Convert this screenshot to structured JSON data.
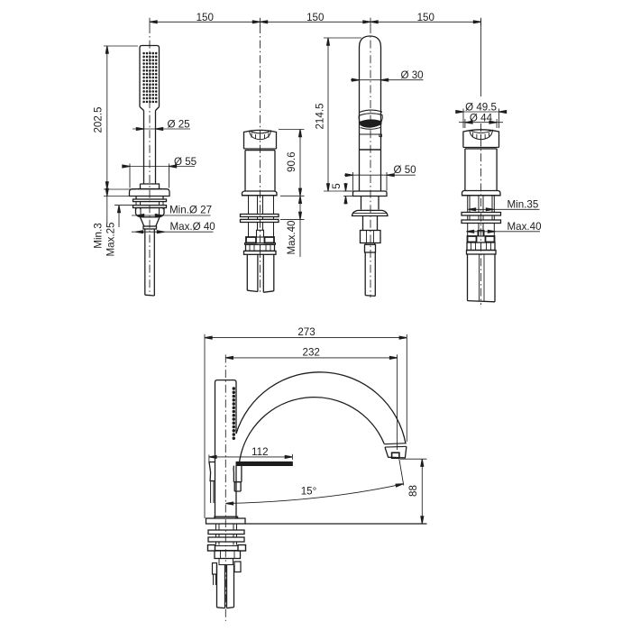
{
  "colors": {
    "background": "#ffffff",
    "line": "#1d1d1d"
  },
  "views": {
    "top_row": {
      "spacing_dims": [
        "150",
        "150",
        "150"
      ],
      "hand_shower": {
        "height": "202.5",
        "handle_dia": "Ø 25",
        "flange_dia": "Ø 55",
        "hole_min": "Min.Ø 27",
        "hole_max": "Max.Ø 40",
        "deck_min": "Min.3",
        "deck_max": "Max.25"
      },
      "handle_valve": {
        "height": "90.6",
        "deck_max": "Max.40"
      },
      "spout": {
        "height": "214.5",
        "dia": "Ø 30",
        "base_dia": "Ø 50",
        "flange_thickness": "5"
      },
      "diverter": {
        "cap_dia": "Ø 49.5",
        "body_dia": "Ø 44",
        "hole_min": "Min.35",
        "hole_max": "Max.40"
      }
    },
    "side_view": {
      "overall": "273",
      "reach": "232",
      "lever": "112",
      "angle": "15°",
      "outlet_height": "88"
    }
  }
}
